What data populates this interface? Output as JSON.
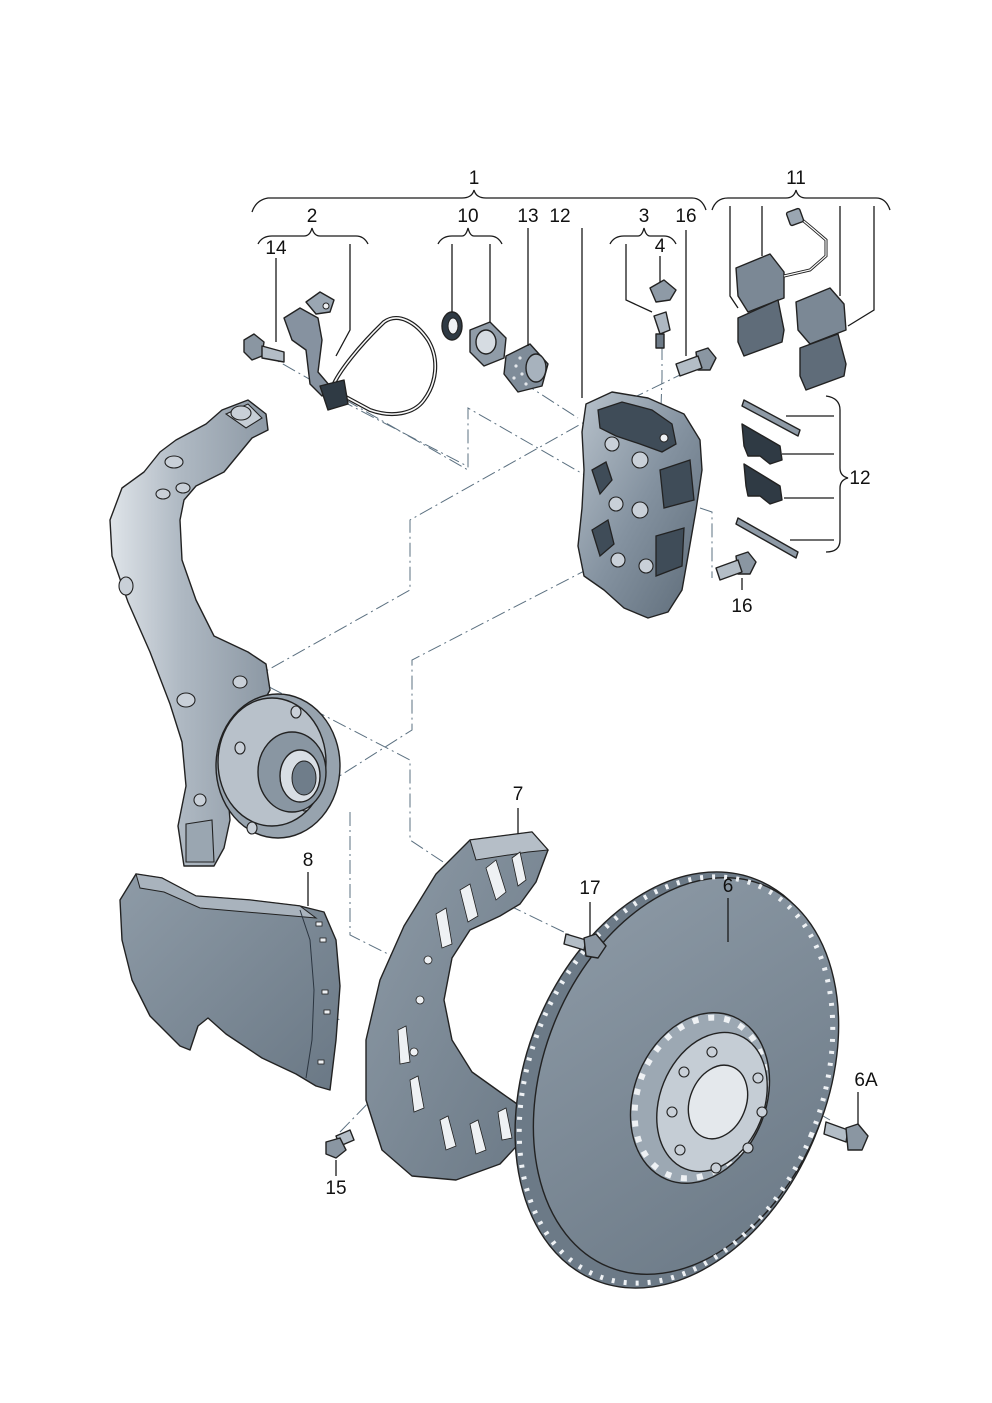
{
  "diagram": {
    "labels": {
      "p1": "1",
      "p2": "2",
      "p3": "3",
      "p4": "4",
      "p6": "6",
      "p6a": "6A",
      "p7": "7",
      "p8": "8",
      "p10": "10",
      "p11": "11",
      "p12a": "12",
      "p12b": "12",
      "p13": "13",
      "p14": "14",
      "p15": "15",
      "p16a": "16",
      "p16b": "16",
      "p17": "17"
    },
    "colors": {
      "part_fill": "#7f8d9a",
      "part_light": "#a7b2bd",
      "part_dark": "#4e5c69",
      "line": "#1a1a1a",
      "dash": "#5b7080"
    }
  }
}
